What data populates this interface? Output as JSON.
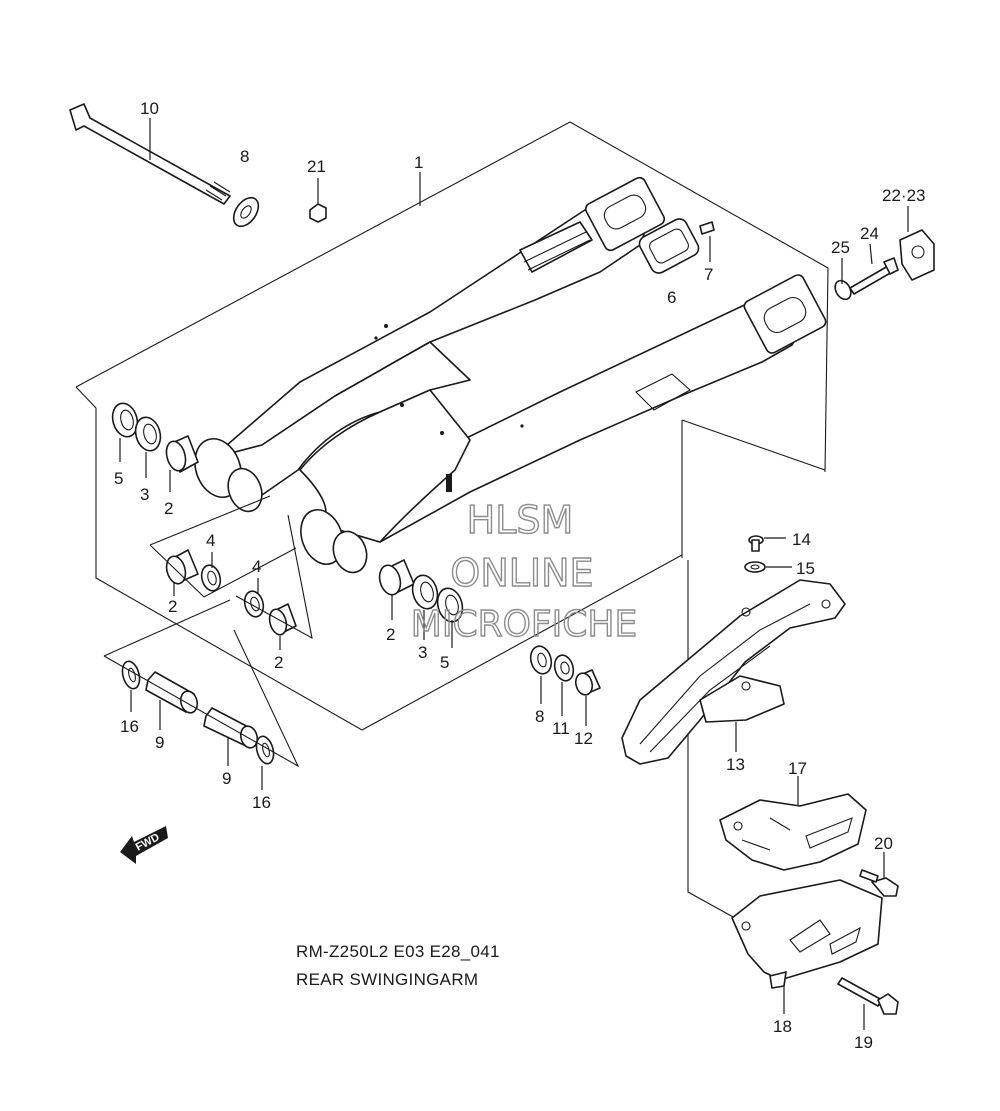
{
  "diagram": {
    "model_code": "RM-Z250L2 E03 E28_041",
    "title": "REAR SWINGINGARM",
    "fwd_label": "FWD",
    "watermark": [
      "HLSM",
      "ONLINE",
      "MICROFICHE"
    ],
    "callouts": [
      {
        "id": "c10",
        "text": "10"
      },
      {
        "id": "c8a",
        "text": "8"
      },
      {
        "id": "c21",
        "text": "21"
      },
      {
        "id": "c1",
        "text": "1"
      },
      {
        "id": "c7",
        "text": "7"
      },
      {
        "id": "c6",
        "text": "6"
      },
      {
        "id": "c22",
        "text": "22·23"
      },
      {
        "id": "c25",
        "text": "25"
      },
      {
        "id": "c24",
        "text": "24"
      },
      {
        "id": "c5a",
        "text": "5"
      },
      {
        "id": "c3a",
        "text": "3"
      },
      {
        "id": "c2a",
        "text": "2"
      },
      {
        "id": "c4a",
        "text": "4"
      },
      {
        "id": "c2b",
        "text": "2"
      },
      {
        "id": "c4b",
        "text": "4"
      },
      {
        "id": "c2c",
        "text": "2"
      },
      {
        "id": "c2d",
        "text": "2"
      },
      {
        "id": "c3b",
        "text": "3"
      },
      {
        "id": "c5b",
        "text": "5"
      },
      {
        "id": "c14",
        "text": "14"
      },
      {
        "id": "c15",
        "text": "15"
      },
      {
        "id": "c16a",
        "text": "16"
      },
      {
        "id": "c9a",
        "text": "9"
      },
      {
        "id": "c9b",
        "text": "9"
      },
      {
        "id": "c16b",
        "text": "16"
      },
      {
        "id": "c8b",
        "text": "8"
      },
      {
        "id": "c11",
        "text": "11"
      },
      {
        "id": "c12",
        "text": "12"
      },
      {
        "id": "c13",
        "text": "13"
      },
      {
        "id": "c17",
        "text": "17"
      },
      {
        "id": "c20",
        "text": "20"
      },
      {
        "id": "c18",
        "text": "18"
      },
      {
        "id": "c19",
        "text": "19"
      }
    ]
  }
}
